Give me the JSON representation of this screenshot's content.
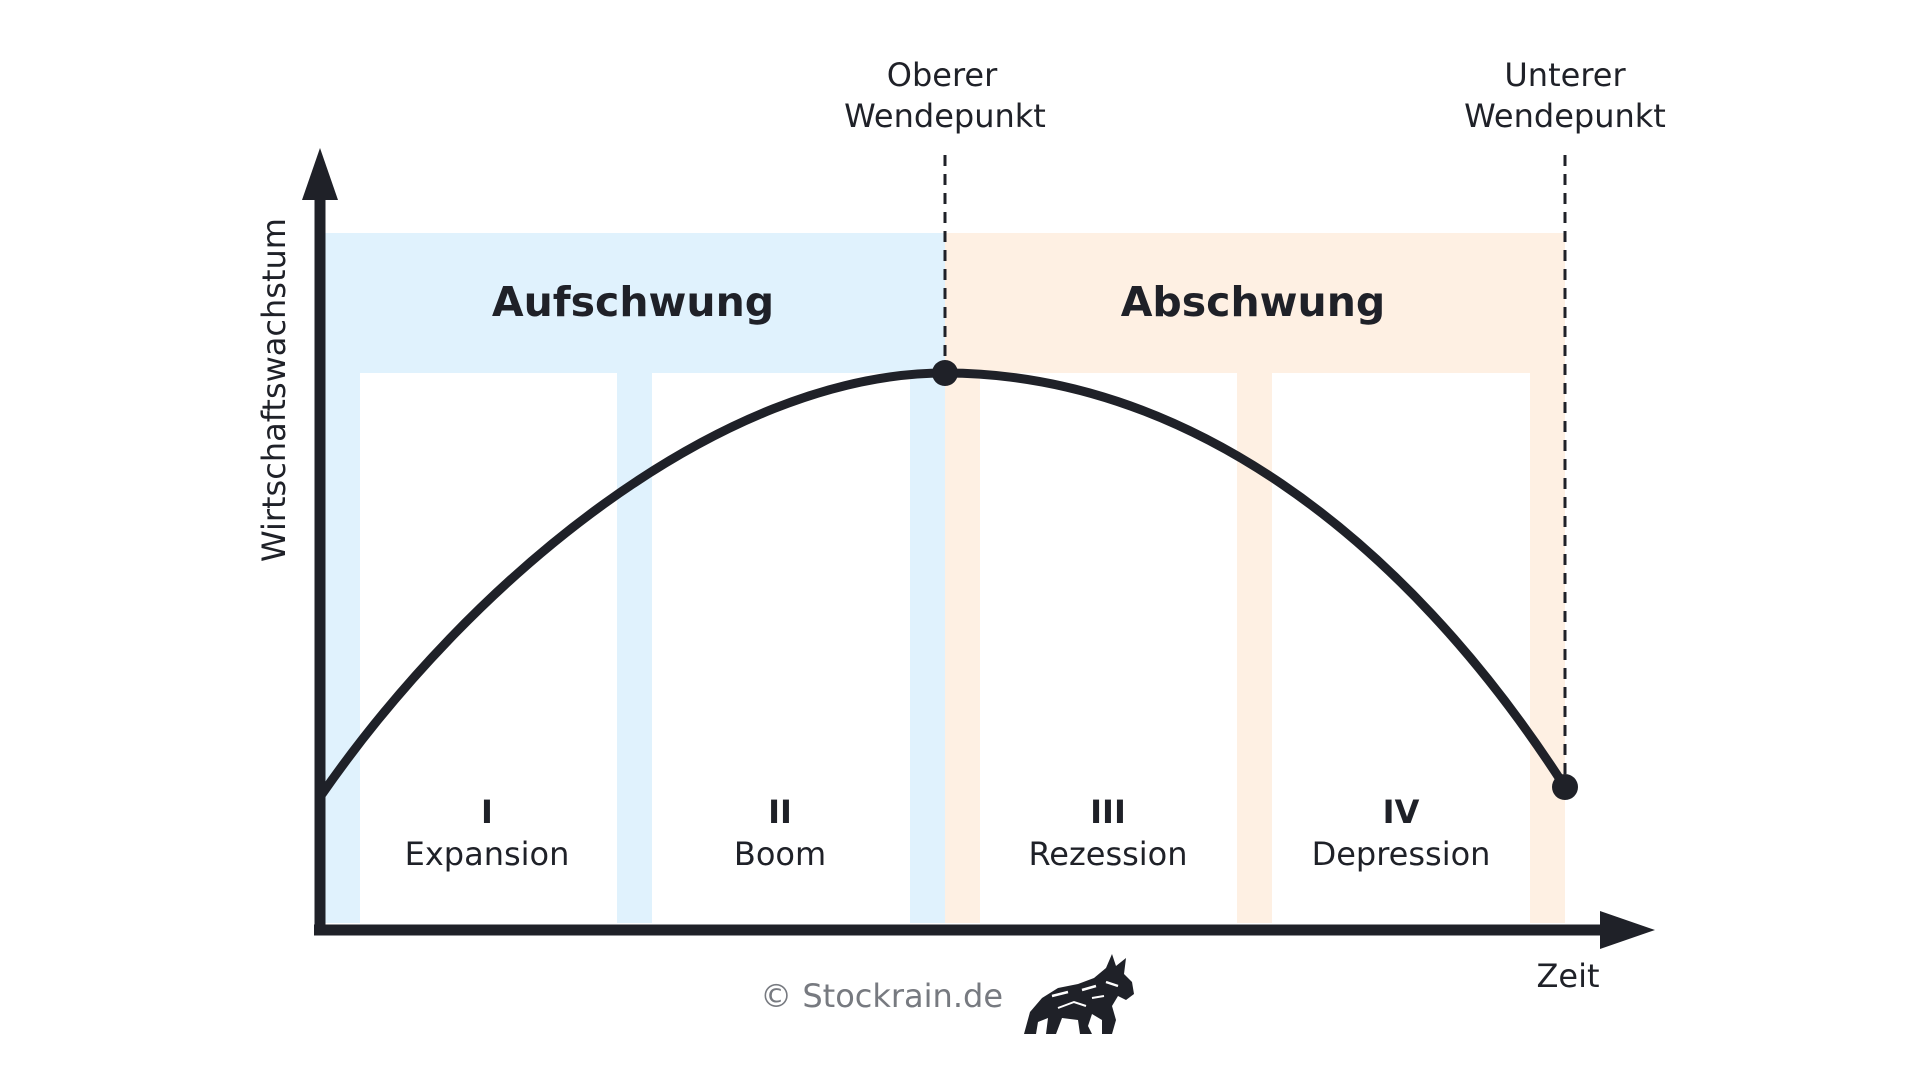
{
  "axes": {
    "y_label": "Wirtschaftswachstum",
    "x_label": "Zeit"
  },
  "turning_points": {
    "upper": {
      "line1": "Oberer",
      "line2": "Wendepunkt"
    },
    "lower": {
      "line1": "Unterer",
      "line2": "Wendepunkt"
    }
  },
  "phases": {
    "upswing": {
      "label": "Aufschwung",
      "color": "#e0f2fd"
    },
    "downswing": {
      "label": "Abschwung",
      "color": "#fef0e3"
    }
  },
  "stages": [
    {
      "numeral": "I",
      "name": "Expansion"
    },
    {
      "numeral": "II",
      "name": "Boom"
    },
    {
      "numeral": "III",
      "name": "Rezession"
    },
    {
      "numeral": "IV",
      "name": "Depression"
    }
  ],
  "copyright": "© Stockrain.de",
  "colors": {
    "axis": "#1f2128",
    "curve": "#1f2128",
    "text": "#1f2128"
  },
  "icons": {
    "logo": "bull-icon"
  }
}
